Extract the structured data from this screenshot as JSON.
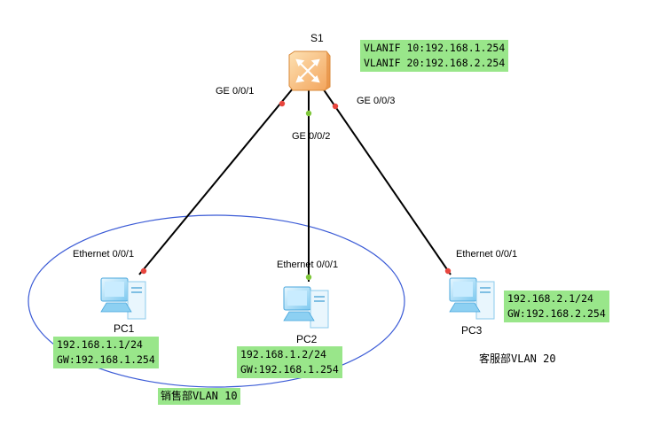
{
  "switch": {
    "name": "S1",
    "icon": "switch-icon"
  },
  "vlanif_box": {
    "line1": "VLANIF 10:192.168.1.254",
    "line2": "VLANIF 20:192.168.2.254"
  },
  "switch_ports": {
    "p1": "GE 0/0/1",
    "p2": "GE 0/0/2",
    "p3": "GE 0/0/3"
  },
  "pcs": [
    {
      "name": "PC1",
      "port": "Ethernet 0/0/1",
      "ip": "192.168.1.1/24",
      "gw": "GW:192.168.1.254",
      "icon": "pc-icon"
    },
    {
      "name": "PC2",
      "port": "Ethernet 0/0/1",
      "ip": "192.168.1.2/24",
      "gw": "GW:192.168.1.254",
      "icon": "pc-icon"
    },
    {
      "name": "PC3",
      "port": "Ethernet 0/0/1",
      "ip": "192.168.2.1/24",
      "gw": "GW:192.168.2.254",
      "icon": "pc-icon"
    }
  ],
  "groups": {
    "sales": "销售部VLAN 10",
    "service": "客服部VLAN 20"
  },
  "colors": {
    "link": "#000000",
    "port_down": "#e8463e",
    "port_up": "#7fc73a",
    "box": "#99e68a",
    "ellipse": "#3b5bd6"
  }
}
